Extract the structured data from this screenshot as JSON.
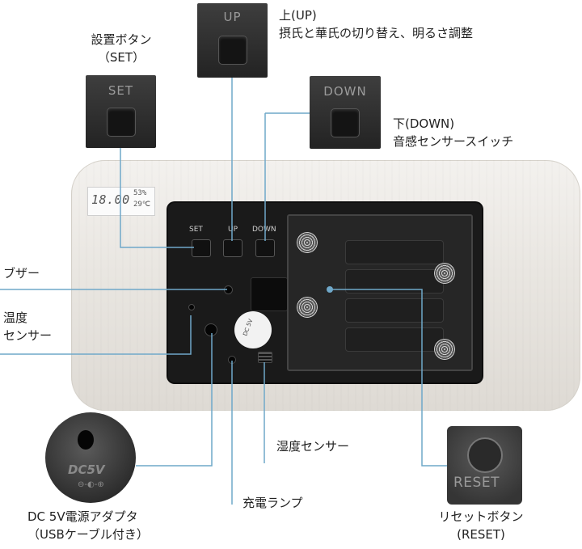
{
  "labels": {
    "set_title": "設置ボタン",
    "set_sub": "（SET）",
    "up_title": "上(UP)",
    "up_sub": "摂氏と華氏の切り替え、明るさ調整",
    "down_title": "下(DOWN)",
    "down_sub": "音感センサースイッチ",
    "buzzer": "ブザー",
    "temp_line1": "温度",
    "temp_line2": "センサー",
    "humidity": "湿度センサー",
    "charge": "充電ランプ",
    "dc_line1": "DC 5V電源アダプタ",
    "dc_line2": "（USBケーブル付き）",
    "reset_line1": "リセットボタン",
    "reset_line2": "(RESET)"
  },
  "buttons": {
    "set": "SET",
    "up": "UP",
    "down": "DOWN",
    "reset": "RESET"
  },
  "display": {
    "time": "18.00",
    "humidity": "53%",
    "temperature": "29℃"
  },
  "panel_labels": {
    "set": "SET",
    "up": "UP",
    "down": "DOWN"
  },
  "sticker": "DC 5V",
  "inset": {
    "text": "DC5V",
    "symbol": "⊖-◐-⊕"
  },
  "colors": {
    "leader_line": "#6fa8c9",
    "panel": "#1a1a1a",
    "body": "#eceae6"
  }
}
